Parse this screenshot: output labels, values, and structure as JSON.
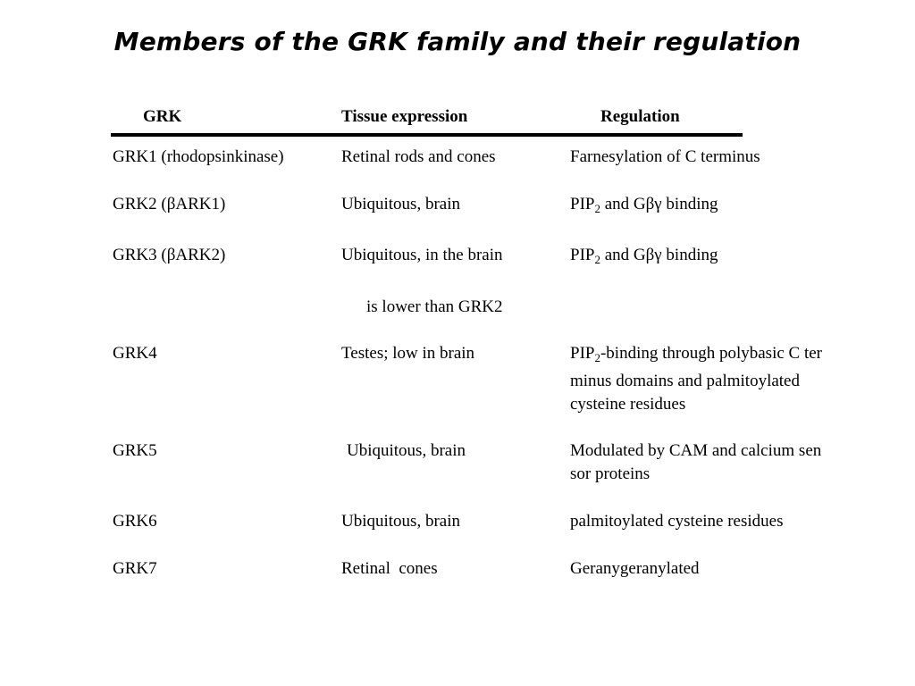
{
  "title": "Members of the GRK family and their regulation",
  "table": {
    "headers": {
      "grk": "GRK",
      "tissue": "Tissue expression",
      "regulation": "Regulation"
    },
    "rows": [
      {
        "grk": "GRK1 (rhodopsinkinase)",
        "tissue": "Retinal rods and cones",
        "regulation": "Farnesylation of C terminus"
      },
      {
        "grk": "GRK2 (βARK1)",
        "tissue": "Ubiquitous, brain",
        "regulation_pre": "PIP",
        "regulation_sub": "2",
        "regulation_post": " and Gβγ binding"
      },
      {
        "grk": "GRK3 (βARK2)",
        "tissue": "Ubiquitous, in the brain",
        "tissue_cont": "is lower than GRK2",
        "regulation_pre": "PIP",
        "regulation_sub": "2",
        "regulation_post": " and Gβγ binding"
      },
      {
        "grk": "GRK4",
        "tissue": "Testes; low in brain",
        "regulation_pre": "PIP",
        "regulation_sub": "2",
        "regulation_post": "-binding through polybasic C ter",
        "regulation_line2": "minus domains and palmitoylated",
        "regulation_line3": "cysteine residues"
      },
      {
        "grk": "GRK5",
        "tissue": "Ubiquitous, brain",
        "regulation": "Modulated by CAM and calcium sen",
        "regulation_line2": "sor proteins"
      },
      {
        "grk": "GRK6",
        "tissue": "Ubiquitous, brain",
        "regulation": "palmitoylated cysteine residues"
      },
      {
        "grk": "GRK7",
        "tissue": "Retinal  cones",
        "regulation": "Geranygeranylated"
      }
    ]
  }
}
